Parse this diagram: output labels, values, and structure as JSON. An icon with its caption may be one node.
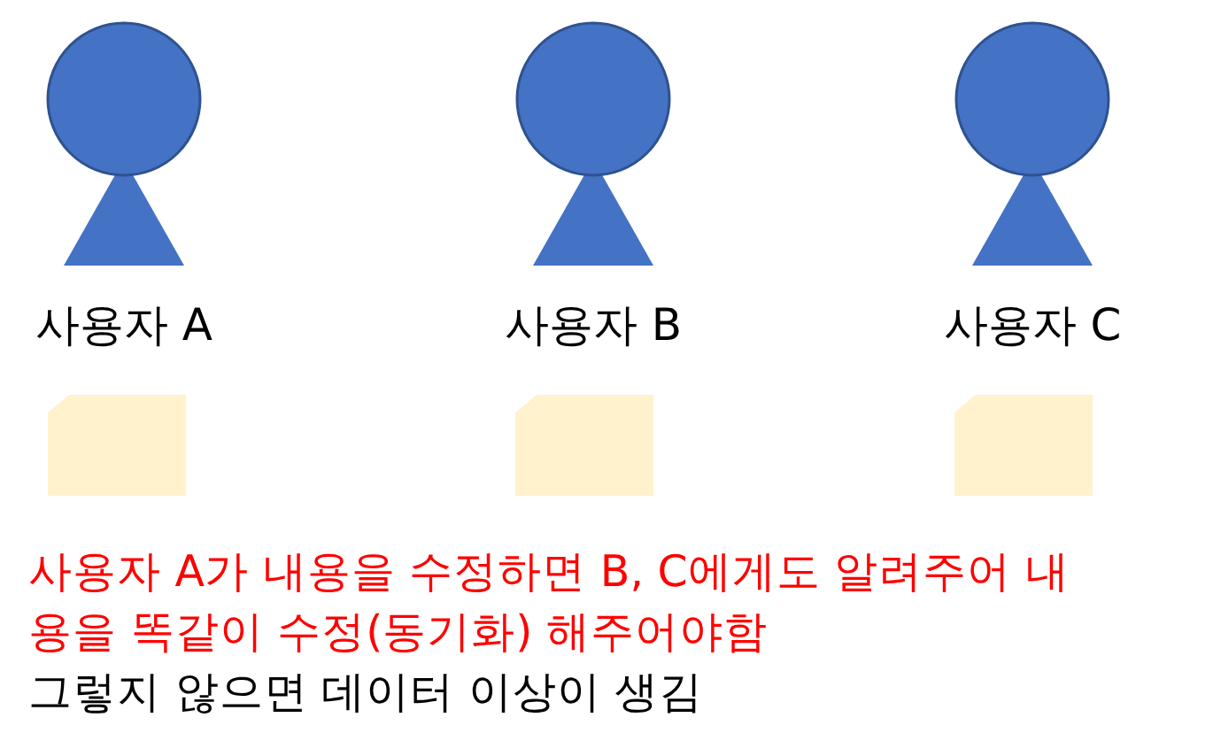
{
  "diagram": {
    "nodes": [
      {
        "text": [
          "사용자 A"
        ]
      },
      {
        "text": [
          "사용자 B"
        ]
      },
      {
        "text": [
          "사용자 C"
        ]
      },
      {
        "text": [],
        "shape": "document"
      },
      {
        "text": [],
        "shape": "document"
      },
      {
        "text": [],
        "shape": "document"
      }
    ],
    "labels": [
      "사용자 A가 내용을 수정하면 B, C에게도 알려주어 내용을 똑같이 수정(동기화) 해주어야함",
      "그렇지 않으면 데이터 이상이 생김"
    ]
  }
}
